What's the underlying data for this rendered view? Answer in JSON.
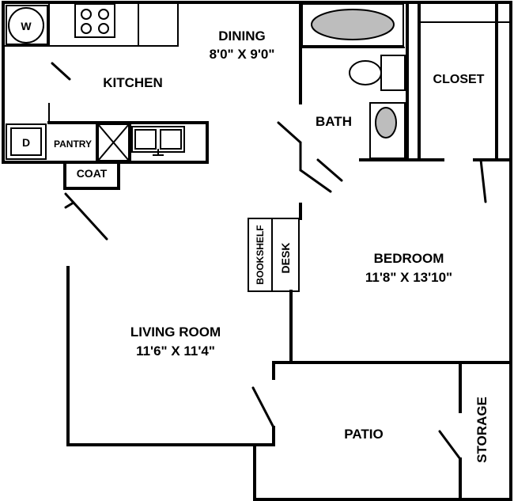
{
  "rooms": {
    "kitchen": {
      "name": "KITCHEN"
    },
    "dining": {
      "name": "DINING",
      "size": "8'0\" X 9'0\""
    },
    "bath": {
      "name": "BATH"
    },
    "closet": {
      "name": "CLOSET"
    },
    "bedroom": {
      "name": "BEDROOM",
      "size": "11'8\" X 13'10\""
    },
    "living_room": {
      "name": "LIVING ROOM",
      "size": "11'6\" X 11'4\""
    },
    "patio": {
      "name": "PATIO"
    },
    "storage": {
      "name": "STORAGE"
    }
  },
  "fixtures": {
    "washer": "W",
    "dryer": "D",
    "pantry": "PANTRY",
    "coat": "COAT",
    "bookshelf": "BOOKSHELF",
    "desk": "DESK"
  }
}
